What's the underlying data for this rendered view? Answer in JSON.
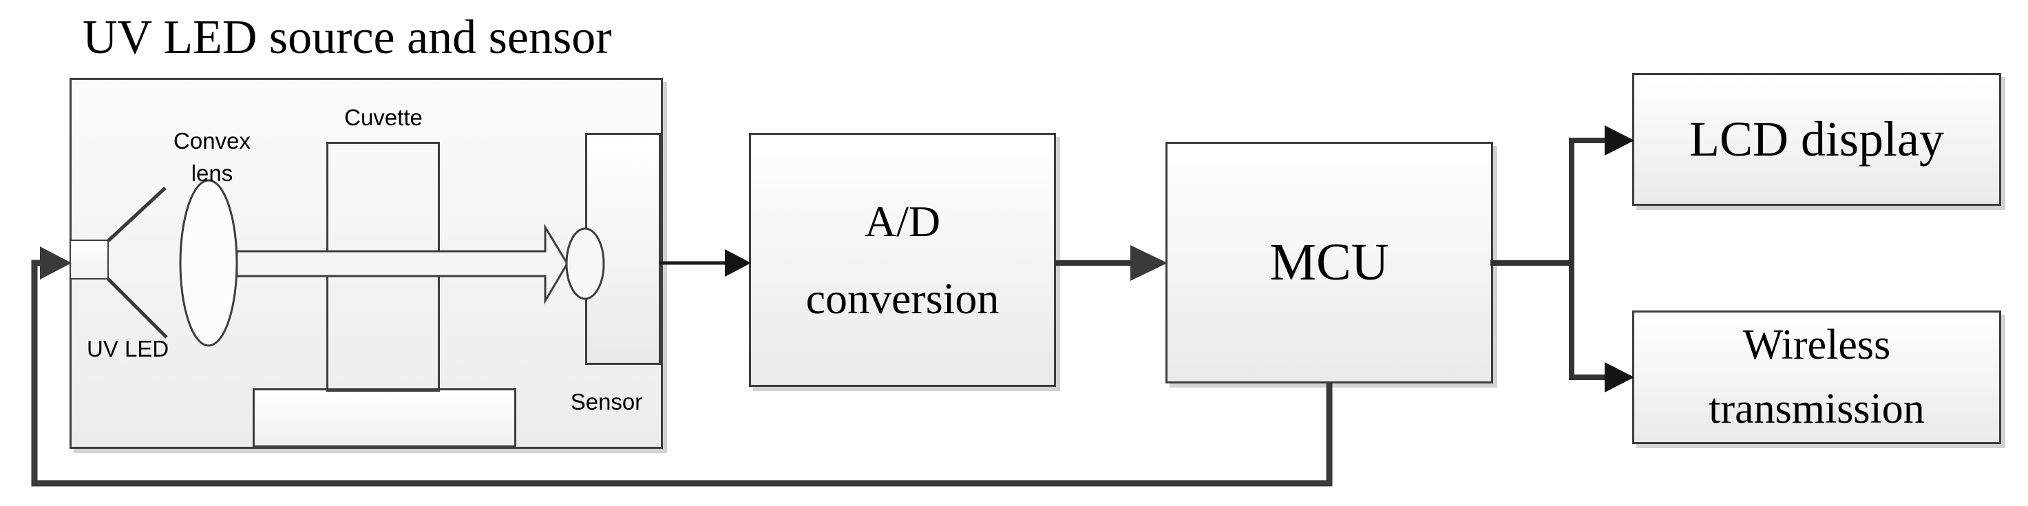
{
  "title": "UV LED source and sensor",
  "source_module": {
    "convex_lens_line1": "Convex",
    "convex_lens_line2": "lens",
    "cuvette": "Cuvette",
    "uv_led": "UV LED",
    "sensor": "Sensor"
  },
  "blocks": {
    "ad_line1": "A/D",
    "ad_line2": "conversion",
    "mcu": "MCU",
    "lcd": "LCD display",
    "wireless_line1": "Wireless",
    "wireless_line2": "transmission"
  },
  "colors": {
    "text": "#000000",
    "border": "#3d3d3d",
    "connector": "#333333",
    "arrowhead": "#151515",
    "feedback": "#3a3a3a",
    "shadow": "#d2d2d2",
    "fill_top": "#ffffff",
    "fill_bottom": "#eaeaea",
    "outer_top": "#fbfbfb",
    "outer_bottom": "#ececec",
    "beam_fill": "#f5f5f5"
  }
}
